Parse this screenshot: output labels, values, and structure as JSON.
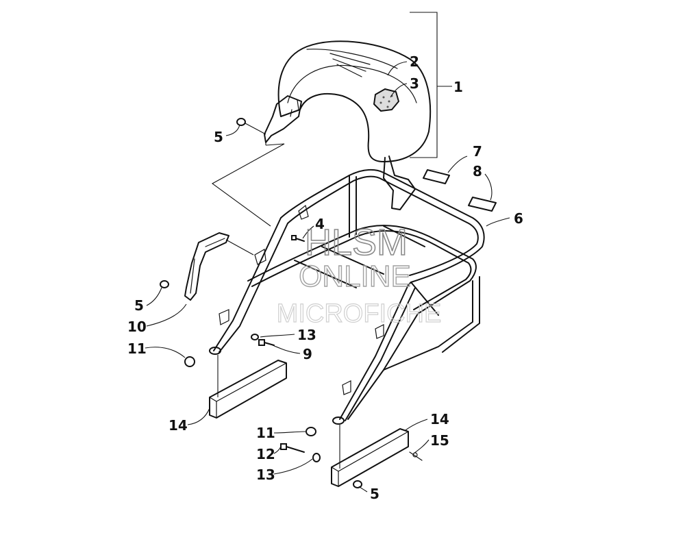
{
  "watermark": {
    "line1": "HLSM",
    "line2": "ONLINE",
    "line3": "MICROFICHE"
  },
  "callouts": [
    {
      "id": "c1",
      "label": "1"
    },
    {
      "id": "c2",
      "label": "2"
    },
    {
      "id": "c3",
      "label": "3"
    },
    {
      "id": "c4",
      "label": "4"
    },
    {
      "id": "c5a",
      "label": "5"
    },
    {
      "id": "c5b",
      "label": "5"
    },
    {
      "id": "c5c",
      "label": "5"
    },
    {
      "id": "c6",
      "label": "6"
    },
    {
      "id": "c7",
      "label": "7"
    },
    {
      "id": "c8",
      "label": "8"
    },
    {
      "id": "c9",
      "label": "9"
    },
    {
      "id": "c10",
      "label": "10"
    },
    {
      "id": "c11a",
      "label": "11"
    },
    {
      "id": "c11b",
      "label": "11"
    },
    {
      "id": "c12",
      "label": "12"
    },
    {
      "id": "c13a",
      "label": "13"
    },
    {
      "id": "c13b",
      "label": "13"
    },
    {
      "id": "c14a",
      "label": "14"
    },
    {
      "id": "c14b",
      "label": "14"
    },
    {
      "id": "c15",
      "label": "15"
    }
  ]
}
